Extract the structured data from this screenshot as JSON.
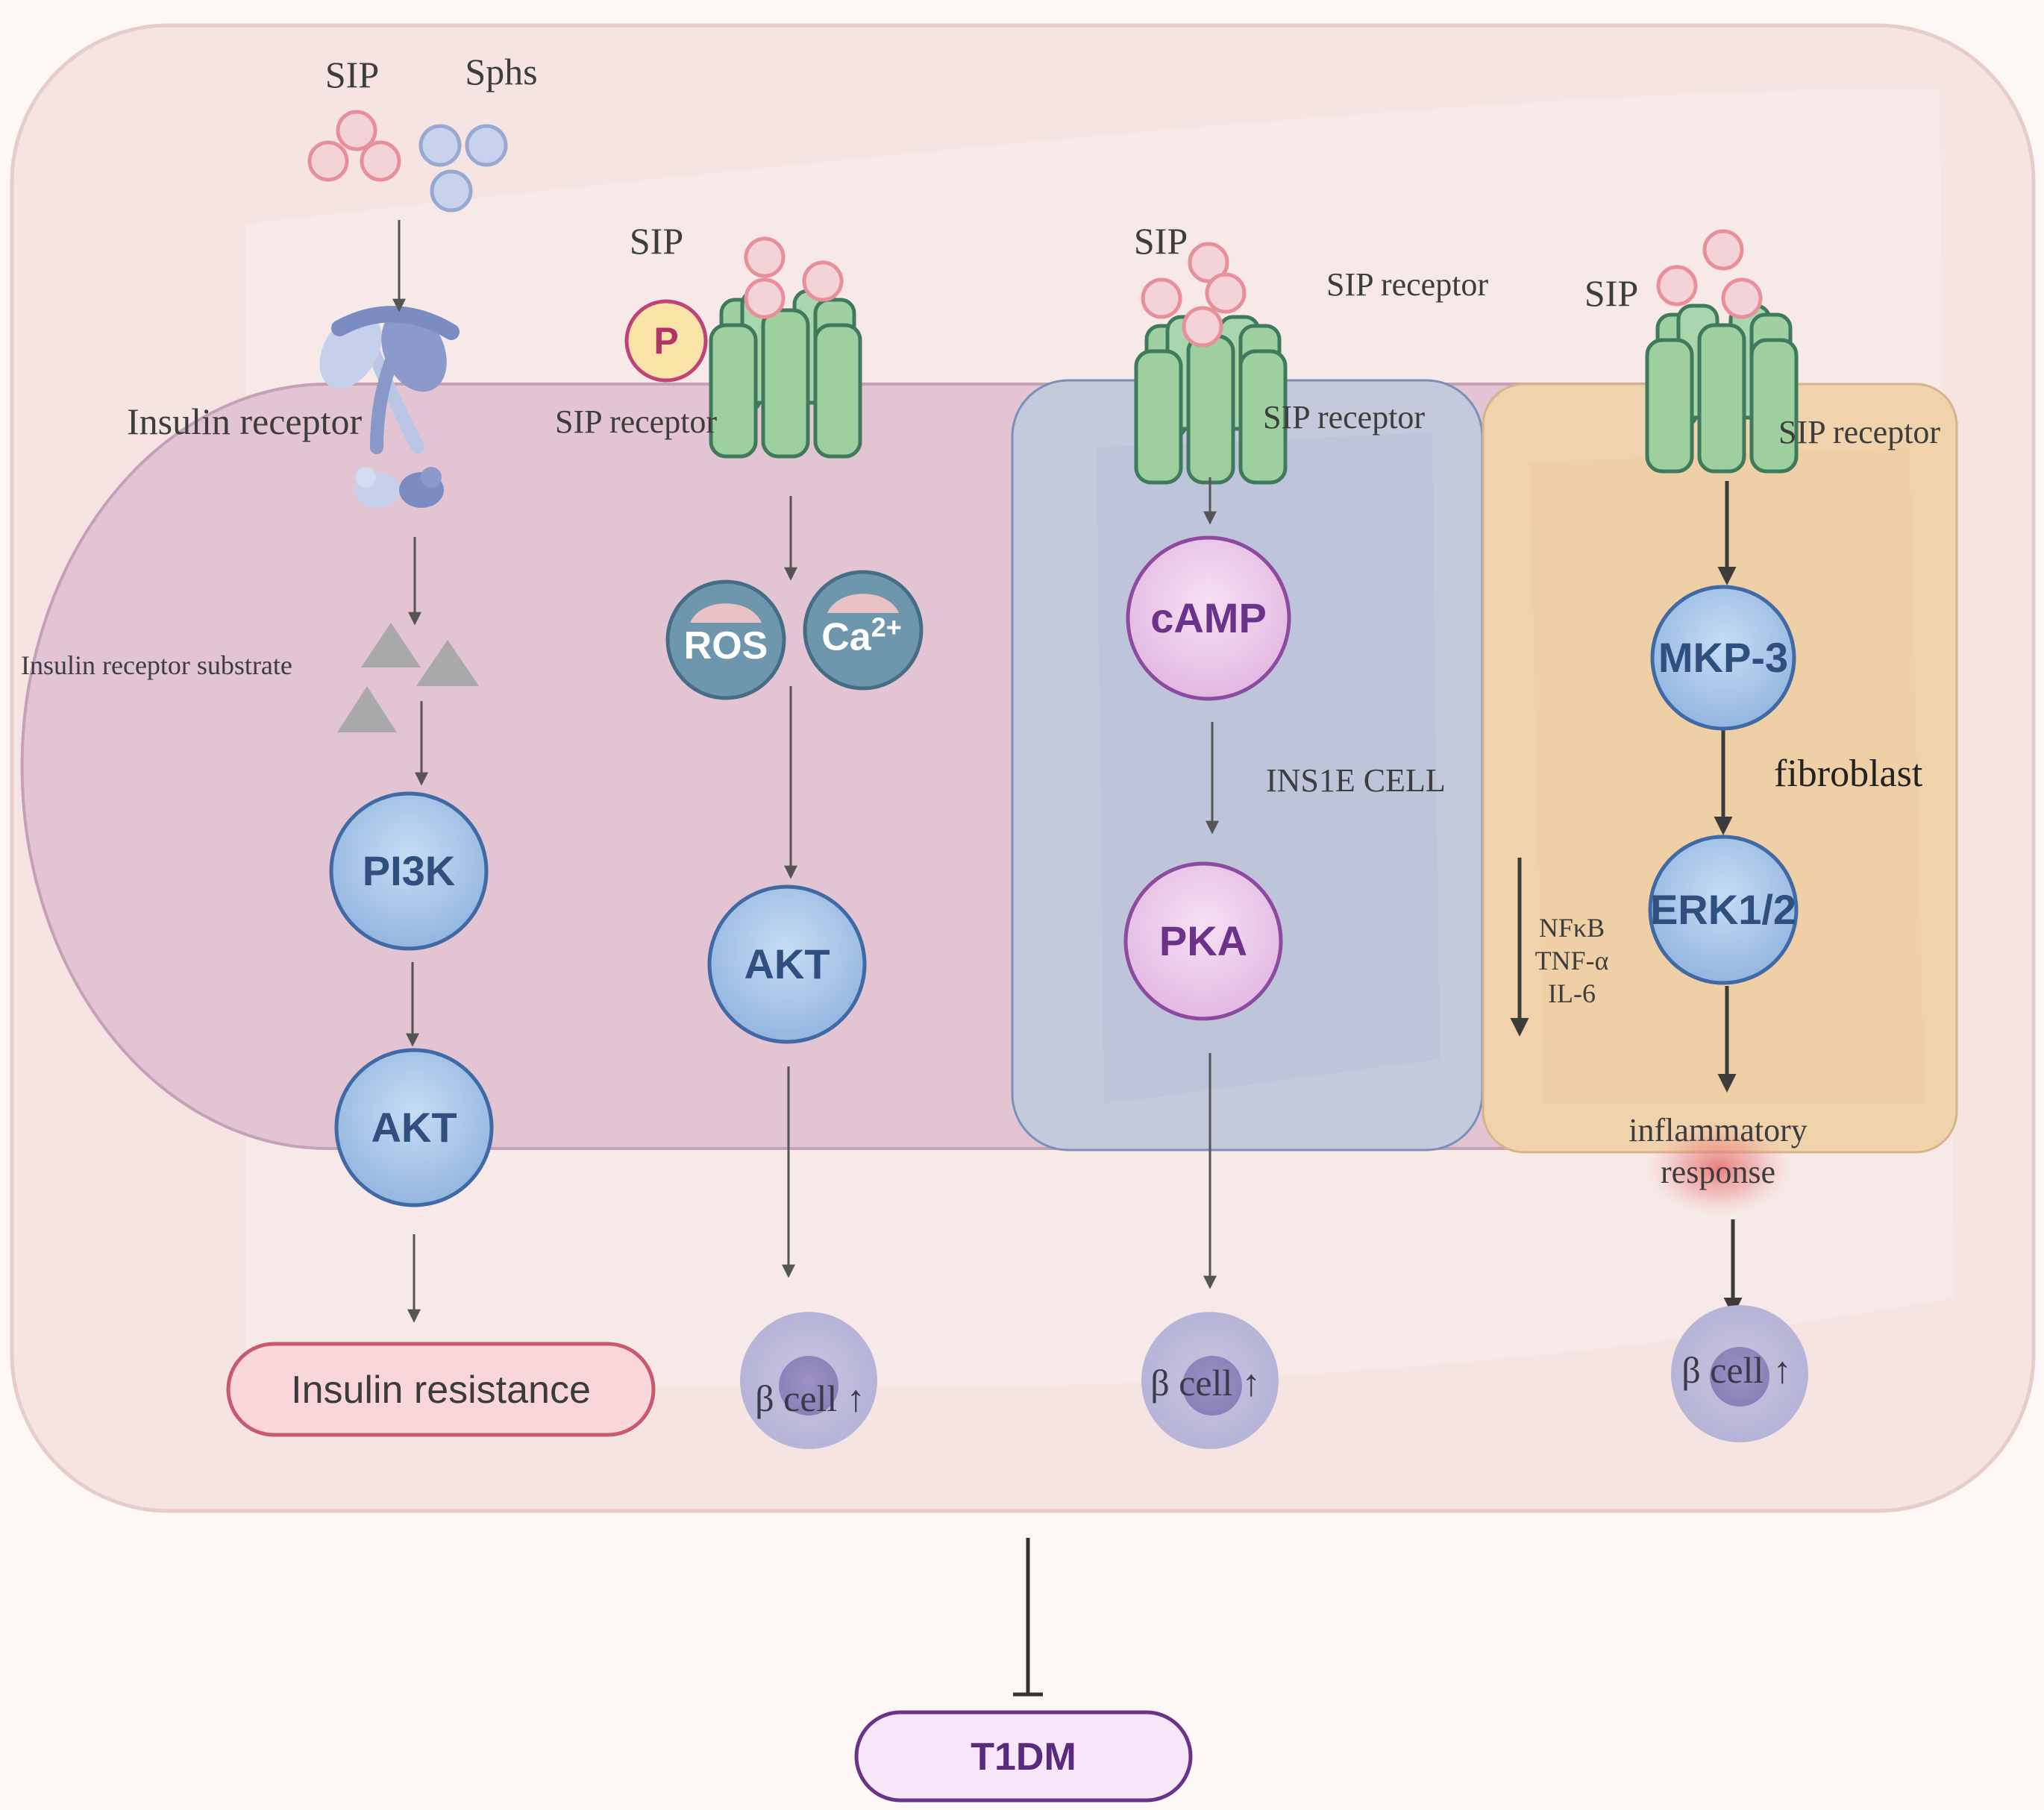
{
  "labels": {
    "sip_top": "SIP",
    "sphs": "Sphs",
    "insulin_receptor": "Insulin receptor",
    "insulin_receptor_substrate": "Insulin receptor substrate",
    "sip_col2": "SIP",
    "sip_receptor_col2": "SIP receptor",
    "sip_col3": "SIP",
    "sip_receptor_col3_top": "SIP receptor",
    "sip_receptor_col3": "SIP receptor",
    "ins1e_cell": "INS1E CELL",
    "sip_col4": "SIP",
    "sip_receptor_col4": "SIP receptor",
    "fibroblast": "fibroblast",
    "cytokines": [
      "NFκB",
      "TNF-α",
      "IL-6"
    ],
    "inflammatory_response": [
      "inflammatory",
      "response"
    ]
  },
  "nodes": {
    "p": "P",
    "ros": "ROS",
    "ca": "Ca",
    "ca_sup": "2+",
    "pi3k": "PI3K",
    "akt_col1": "AKT",
    "akt_col2": "AKT",
    "camp": "cAMP",
    "pka": "PKA",
    "mkp3": "MKP-3",
    "erk": "ERK1/2"
  },
  "outcomes": {
    "insulin_resistance": "Insulin resistance",
    "beta_cell": "β cell ↑",
    "t1dm": "T1DM"
  },
  "colors": {
    "outer_cell": "#f5e4e2",
    "pink_cell": "#e3c4d2",
    "ins1e_cell": "#c4c9dc",
    "fibroblast": "#f0d3ac",
    "receptor_green": "#9ed0a2",
    "node_blue": "#a9c8ea",
    "node_pink": "#ecc9ea",
    "node_teal": "#6e96ad",
    "sip_molecule": "#e7909b",
    "sphs_molecule": "#97a8d2",
    "insulin_resistance_fill": "#f8d6da",
    "t1dm_fill": "#f8e7fa"
  }
}
